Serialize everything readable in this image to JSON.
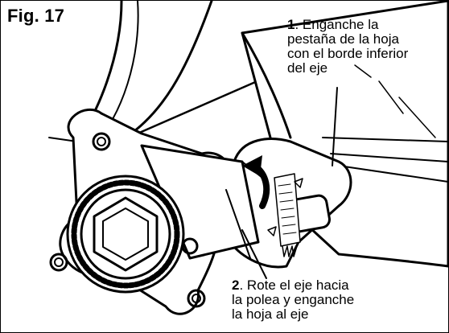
{
  "figure": {
    "label": "Fig. 17"
  },
  "callouts": [
    {
      "number": "1",
      "lines": [
        ". Enganche la",
        "pestaña de la hoja",
        "con el borde inferior",
        "del eje"
      ]
    },
    {
      "number": "2",
      "lines": [
        ". Rote el eje hacia",
        "la polea y enganche",
        "la hoja al eje"
      ]
    }
  ],
  "colors": {
    "line": "#000000",
    "fill": "#ffffff",
    "shade": "#d9d9d9"
  }
}
